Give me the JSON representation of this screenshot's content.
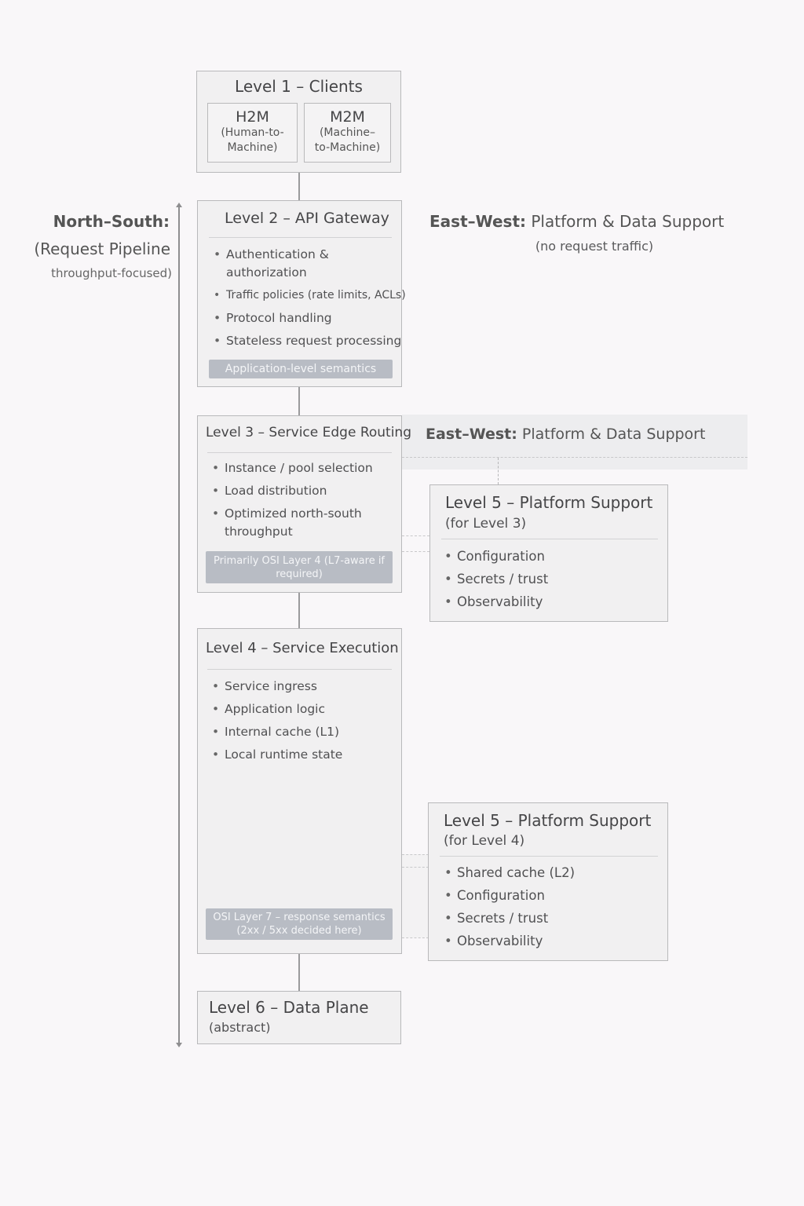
{
  "level1": {
    "title": "Level 1 – Clients",
    "h2m": {
      "name": "H2M",
      "line1": "(Human-to-",
      "line2": "Machine)"
    },
    "m2m": {
      "name": "M2M",
      "line1": "(Machine–",
      "line2": "to-Machine)"
    }
  },
  "north_south": {
    "title": "North–South:",
    "line2": "(Request Pipeline",
    "line3": "throughput-focused)"
  },
  "east_west_top": {
    "title": "East–West:",
    "title_rest": "Platform & Data Support",
    "note": "(no request traffic)"
  },
  "level2": {
    "title": "Level 2 – API Gateway",
    "items": [
      "Authentication & authorization",
      "Traffic policies (rate limits, ACLs)",
      "Protocol handling",
      "Stateless request processing"
    ],
    "tag": "Application-level semantics"
  },
  "level3": {
    "title": "Level 3 – Service Edge Routing",
    "items": [
      "Instance / pool selection",
      "Load distribution",
      "Optimized north-south throughput"
    ],
    "tag": "Primarily OSI Layer 4 (L7-aware if required)"
  },
  "east_west_band": {
    "title": "East–West:",
    "title_rest": "Platform & Data Support"
  },
  "level5a": {
    "title": "Level 5 – Platform Support",
    "subtitle": "(for Level 3)",
    "items": [
      "Configuration",
      "Secrets / trust",
      "Observability"
    ]
  },
  "level4": {
    "title": "Level 4 – Service Execution",
    "items": [
      "Service ingress",
      "Application logic",
      "Internal cache (L1)",
      "Local runtime state"
    ],
    "tag_line1": "OSI Layer 7 – response semantics",
    "tag_line2": "(2xx / 5xx decided here)"
  },
  "level5b": {
    "title": "Level 5 – Platform Support",
    "subtitle": "(for Level 4)",
    "items": [
      "Shared cache (L2)",
      "Configuration",
      "Secrets / trust",
      "Observability"
    ]
  },
  "level6": {
    "title": "Level 6 – Data Plane",
    "subtitle": "(abstract)"
  },
  "colors": {
    "background": "#f9f7f9",
    "box_fill": "#f1f0f1",
    "box_border": "#b9b9bb",
    "tag_fill": "#b8bcc4"
  }
}
